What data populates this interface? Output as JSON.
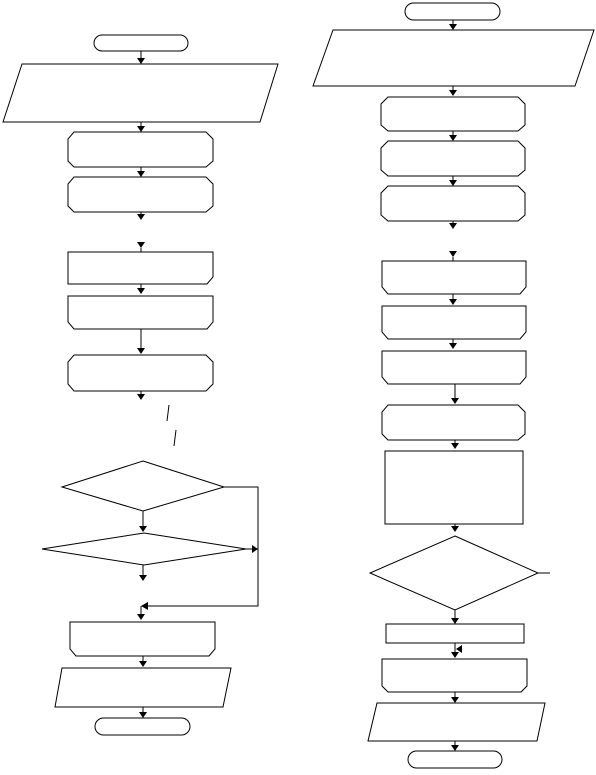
{
  "diagram": {
    "type": "flowchart",
    "flowcharts": [
      {
        "name": "left",
        "labels": []
      },
      {
        "name": "right",
        "labels": []
      }
    ],
    "note": ""
  }
}
